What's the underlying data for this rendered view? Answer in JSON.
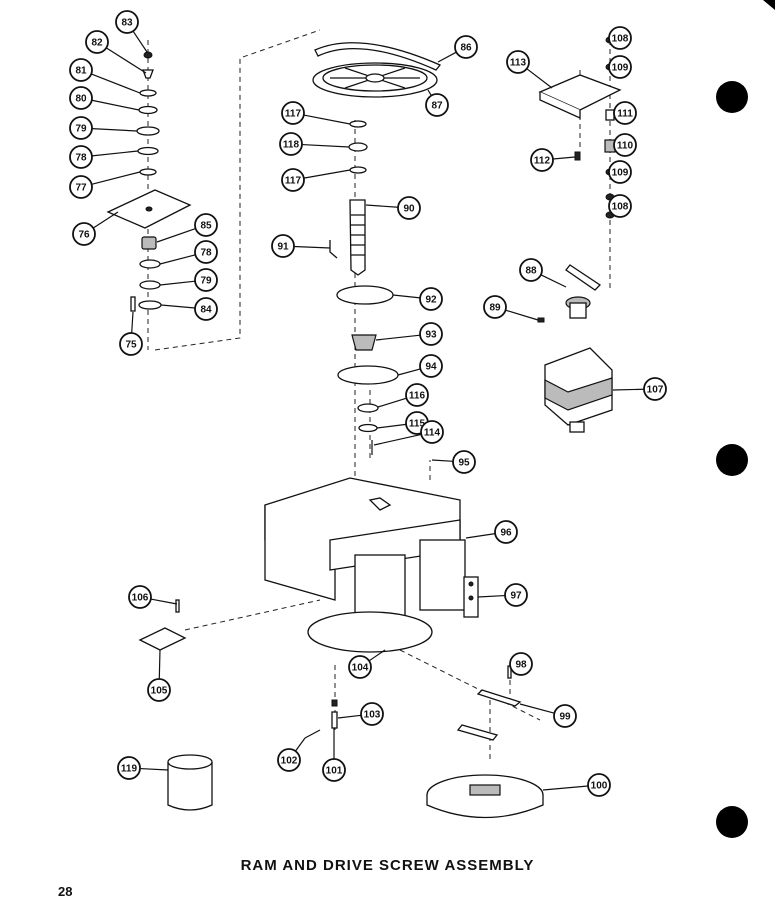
{
  "caption": "RAM AND DRIVE SCREW ASSEMBLY",
  "page_number": "28",
  "callouts": [
    "83",
    "82",
    "81",
    "80",
    "79",
    "78",
    "77",
    "76",
    "85",
    "78",
    "79",
    "84",
    "75",
    "86",
    "87",
    "117",
    "118",
    "117",
    "90",
    "91",
    "92",
    "93",
    "94",
    "116",
    "115",
    "114",
    "95",
    "96",
    "97",
    "106",
    "105",
    "104",
    "98",
    "99",
    "103",
    "102",
    "101",
    "119",
    "100",
    "108",
    "109",
    "113",
    "111",
    "110",
    "112",
    "109",
    "108",
    "88",
    "89",
    "107"
  ]
}
